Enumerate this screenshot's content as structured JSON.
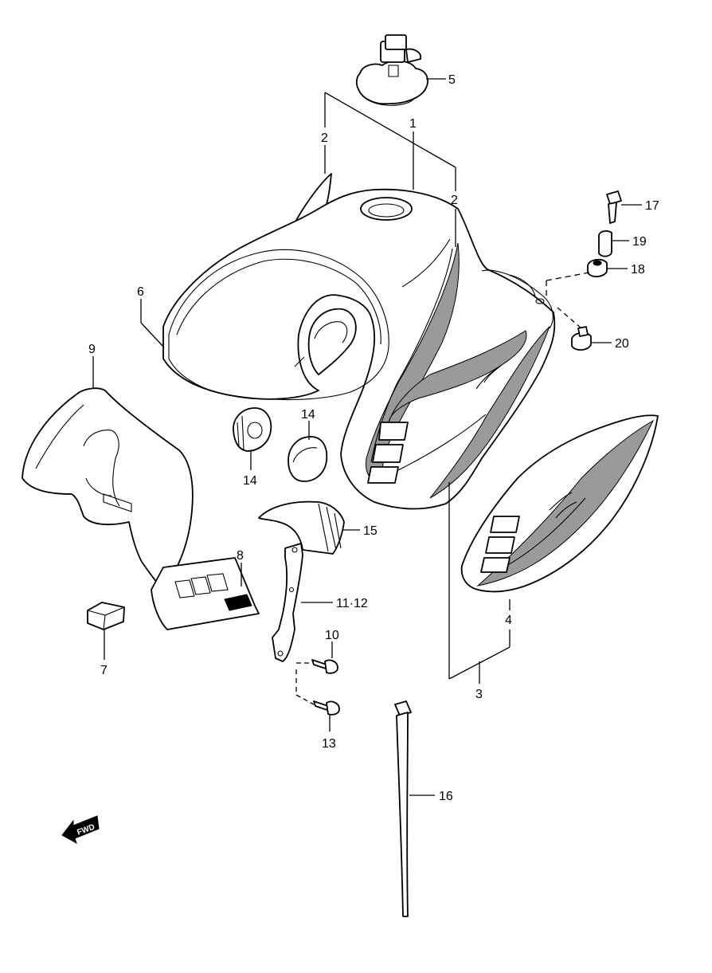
{
  "callouts": {
    "c1": "1",
    "c2a": "2",
    "c2b": "2",
    "c3": "3",
    "c4": "4",
    "c5": "5",
    "c6": "6",
    "c7": "7",
    "c8": "8",
    "c9": "9",
    "c10": "10",
    "c11_12": "11·12",
    "c13": "13",
    "c14a": "14",
    "c14b": "14",
    "c15": "15",
    "c16": "16",
    "c17": "17",
    "c18": "18",
    "c19": "19",
    "c20": "20"
  },
  "fwd_label": "FWD"
}
